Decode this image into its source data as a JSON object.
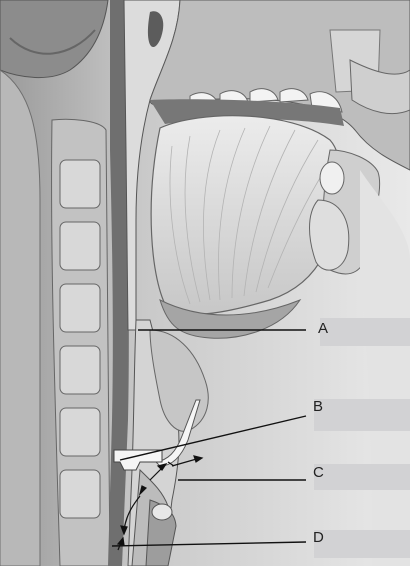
{
  "diagram": {
    "labels": [
      {
        "id": "A",
        "text": "A"
      },
      {
        "id": "B",
        "text": "B"
      },
      {
        "id": "C",
        "text": "C"
      },
      {
        "id": "D",
        "text": "D"
      }
    ],
    "colors": {
      "background": "#ffffff",
      "answer_box": "#d2d2d4",
      "leader_line": "#111111",
      "tissue_light": "#e4e4e4",
      "tissue_mid": "#a8a8a8",
      "tissue_dark": "#7a7a7a"
    }
  }
}
